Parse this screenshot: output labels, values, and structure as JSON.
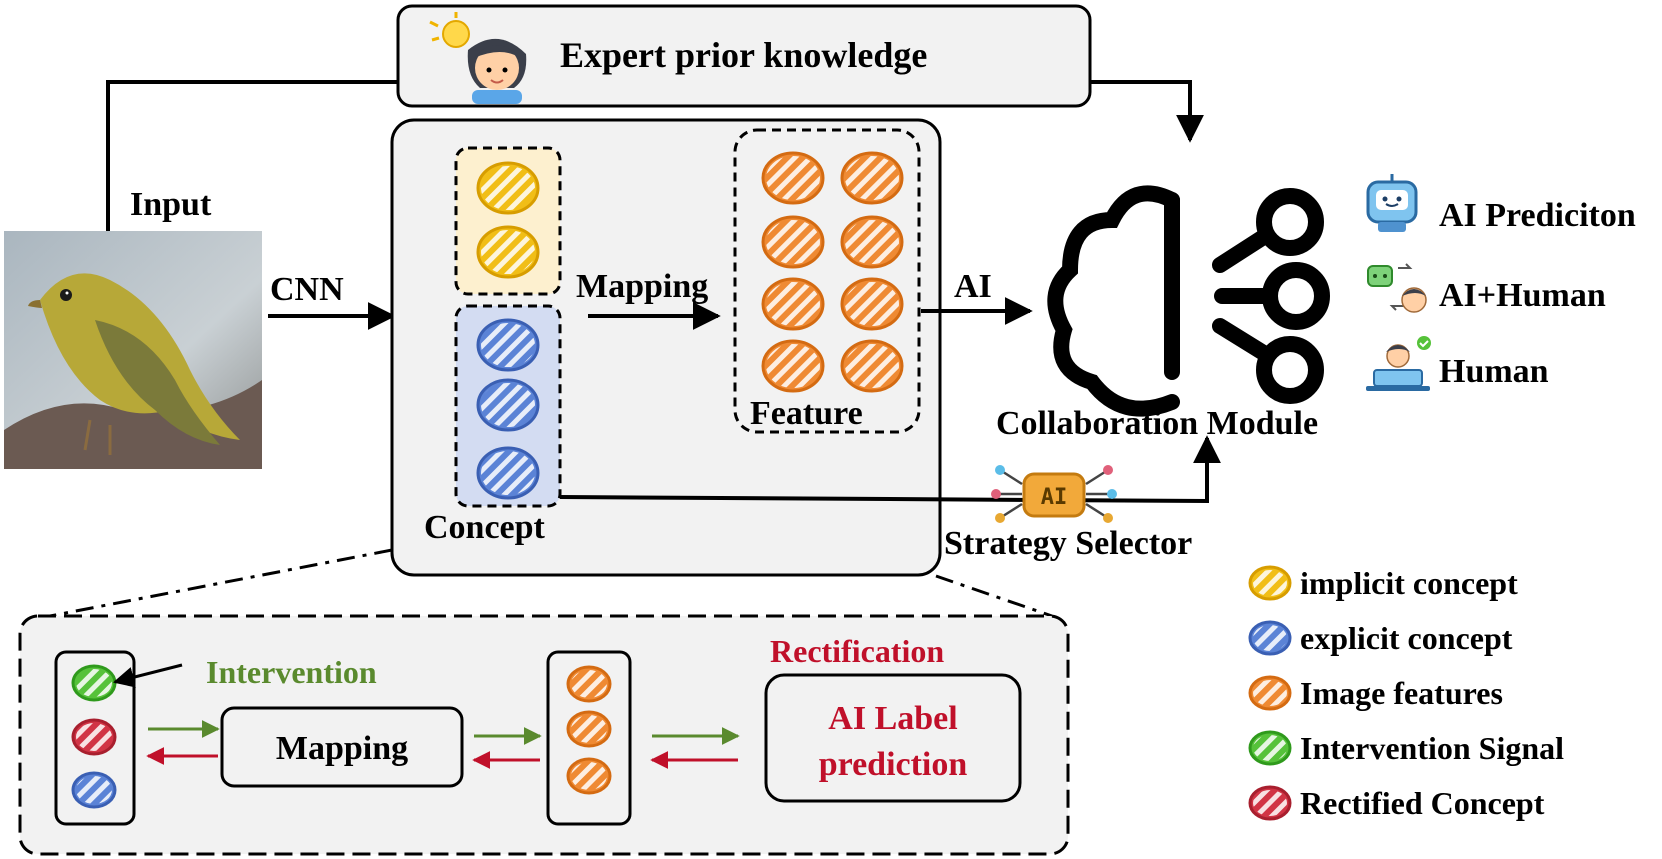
{
  "expert": {
    "label": "Expert prior knowledge",
    "icon": "expert-idea-icon"
  },
  "input": {
    "label": "Input",
    "image": "yellow-warbler-bird-photo"
  },
  "arrows": {
    "cnn": "CNN",
    "mapping": "Mapping",
    "ai": "AI"
  },
  "panel": {
    "concept_label": "Concept",
    "feature_label": "Feature"
  },
  "collaboration": {
    "label": "Collaboration Module",
    "icon": "brain-network-icon",
    "outputs": [
      {
        "label": "AI Prediciton",
        "icon": "ai-robot-icon"
      },
      {
        "label": "AI+Human",
        "icon": "robot-human-swap-icon"
      },
      {
        "label": "Human",
        "icon": "human-laptop-icon"
      }
    ]
  },
  "strategy": {
    "label": "Strategy Selector",
    "chip_text": "AI",
    "icon": "ai-chip-icon"
  },
  "detail": {
    "intervention": "Intervention",
    "rectification": "Rectification",
    "mapping": "Mapping",
    "prediction_line1": "AI Label",
    "prediction_line2": "prediction"
  },
  "legend": [
    {
      "label": "implicit concept",
      "fill": "#f1be17",
      "stroke": "#d79d00"
    },
    {
      "label": "explicit concept",
      "fill": "#5b83d6",
      "stroke": "#3a5fb3"
    },
    {
      "label": "Image features",
      "fill": "#ef8a33",
      "stroke": "#d46b12"
    },
    {
      "label": "Intervention Signal",
      "fill": "#56c23a",
      "stroke": "#2f9a1c"
    },
    {
      "label": "Rectified Concept",
      "fill": "#d13445",
      "stroke": "#a81f2e"
    }
  ],
  "colors": {
    "green": "#5a8a2e",
    "red": "#c0102a",
    "panel_bg": "#f2f2f2",
    "implicit_bg": "#fdf0cf",
    "explicit_bg": "#d3dcf2"
  }
}
